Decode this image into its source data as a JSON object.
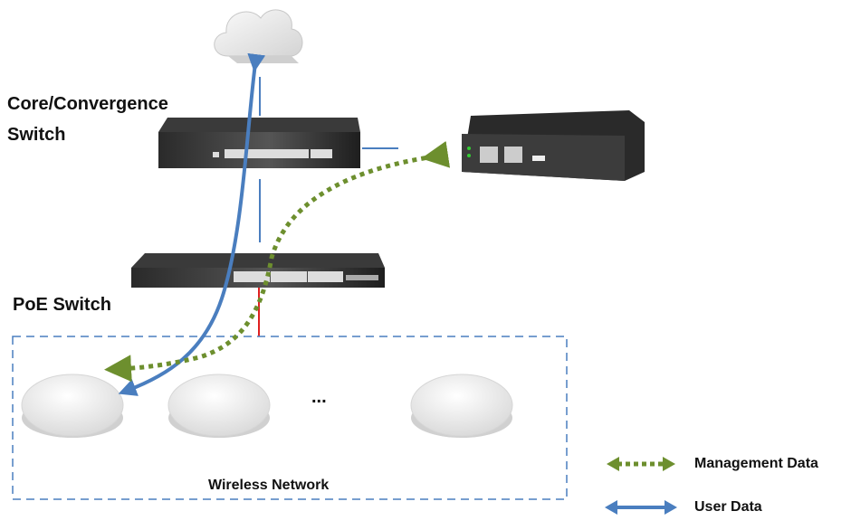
{
  "labels": {
    "core_switch_line1": "Core/Convergence",
    "core_switch_line2": "Switch",
    "poe_switch": "PoE Switch",
    "wireless_network": "Wireless Network",
    "ellipsis": "..."
  },
  "legend": [
    {
      "label": "Management Data",
      "style": "dotted-double-arrow",
      "color": "#6d8f2e"
    },
    {
      "label": "User Data",
      "style": "solid-double-arrow",
      "color": "#4a7ebf"
    }
  ],
  "colors": {
    "management": "#6d8f2e",
    "user": "#4a7ebf",
    "poe_link": "#e02020",
    "box_border": "#4a7ebf"
  },
  "devices": [
    "cloud",
    "core-convergence-switch",
    "controller",
    "poe-switch",
    "access-point-1",
    "access-point-2",
    "access-point-3"
  ]
}
